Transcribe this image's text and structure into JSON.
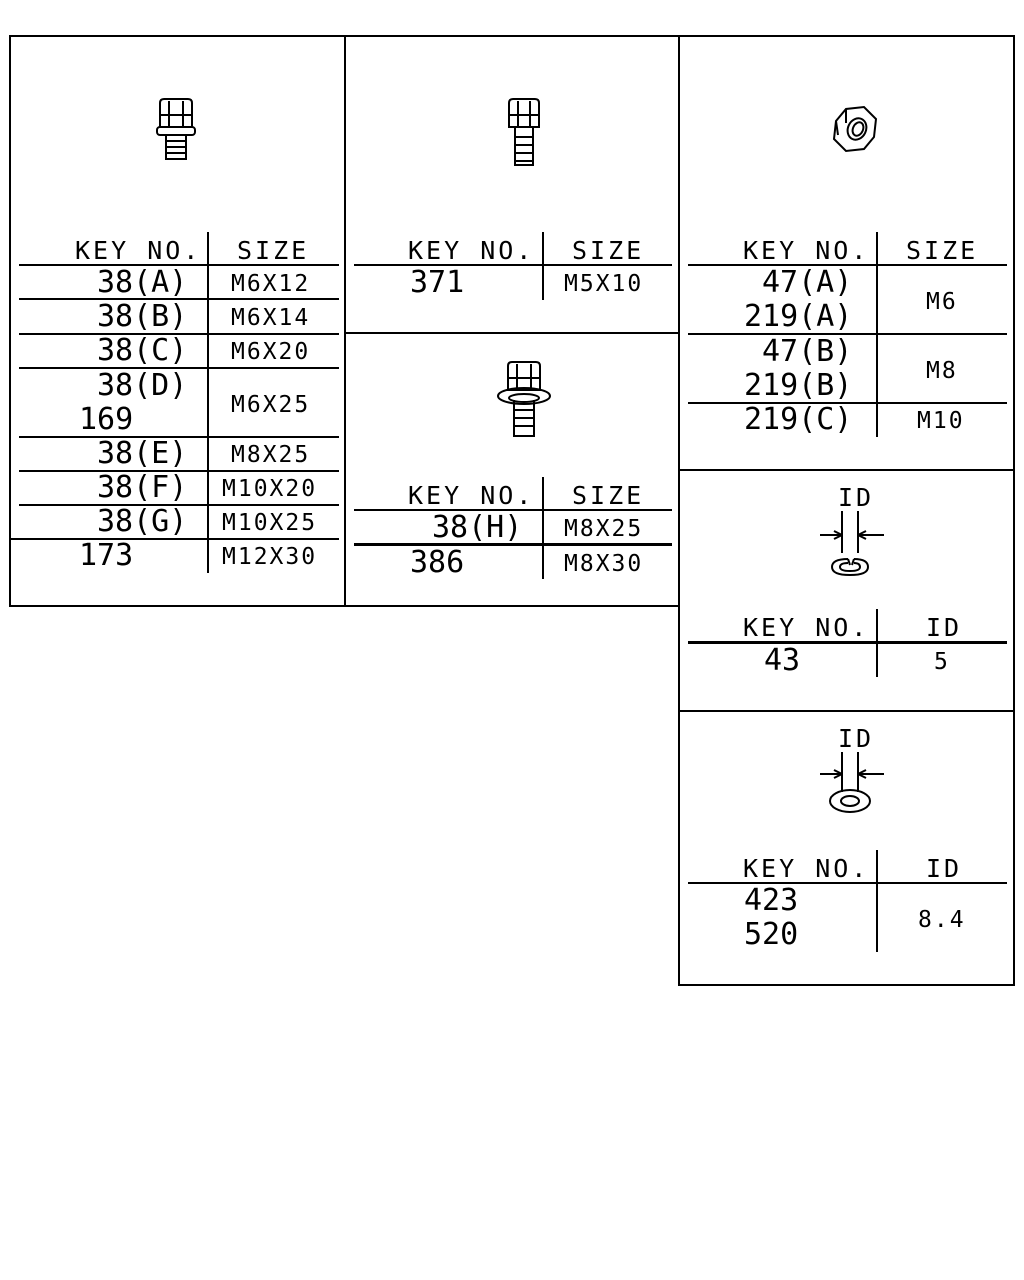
{
  "panels": {
    "flange_bolt": {
      "icon": "flange-bolt-icon",
      "headers": {
        "key": "KEY NO.",
        "value": "SIZE"
      },
      "rows": [
        {
          "keys": [
            "38(A)"
          ],
          "value": "M6X12"
        },
        {
          "keys": [
            "38(B)"
          ],
          "value": "M6X14"
        },
        {
          "keys": [
            "38(C)"
          ],
          "value": "M6X20"
        },
        {
          "keys": [
            "38(D)",
            "169"
          ],
          "value": "M6X25"
        },
        {
          "keys": [
            "38(E)"
          ],
          "value": "M8X25"
        },
        {
          "keys": [
            "38(F)"
          ],
          "value": "M10X20"
        },
        {
          "keys": [
            "38(G)"
          ],
          "value": "M10X25"
        },
        {
          "keys": [
            "173"
          ],
          "value": "M12X30"
        }
      ]
    },
    "hex_bolt": {
      "icon": "hex-bolt-icon",
      "headers": {
        "key": "KEY NO.",
        "value": "SIZE"
      },
      "rows": [
        {
          "keys": [
            "371"
          ],
          "value": "M5X10"
        }
      ]
    },
    "washer_bolt": {
      "icon": "washer-bolt-icon",
      "headers": {
        "key": "KEY NO.",
        "value": "SIZE"
      },
      "rows": [
        {
          "keys": [
            "38(H)"
          ],
          "value": "M8X25"
        },
        {
          "keys": [
            "386"
          ],
          "value": "M8X30"
        }
      ]
    },
    "hex_nut": {
      "icon": "hex-nut-icon",
      "headers": {
        "key": "KEY NO.",
        "value": "SIZE"
      },
      "rows": [
        {
          "keys": [
            "47(A)",
            "219(A)"
          ],
          "value": "M6"
        },
        {
          "keys": [
            "47(B)",
            "219(B)"
          ],
          "value": "M8"
        },
        {
          "keys": [
            "219(C)"
          ],
          "value": "M10"
        }
      ]
    },
    "spring_washer": {
      "icon": "spring-washer-icon",
      "dimension_label": "ID",
      "headers": {
        "key": "KEY NO.",
        "value": "ID"
      },
      "rows": [
        {
          "keys": [
            "43"
          ],
          "value": "5"
        }
      ]
    },
    "plain_washer": {
      "icon": "plain-washer-icon",
      "dimension_label": "ID",
      "headers": {
        "key": "KEY NO.",
        "value": "ID"
      },
      "rows": [
        {
          "keys": [
            "423",
            "520"
          ],
          "value": "8.4"
        }
      ]
    }
  }
}
